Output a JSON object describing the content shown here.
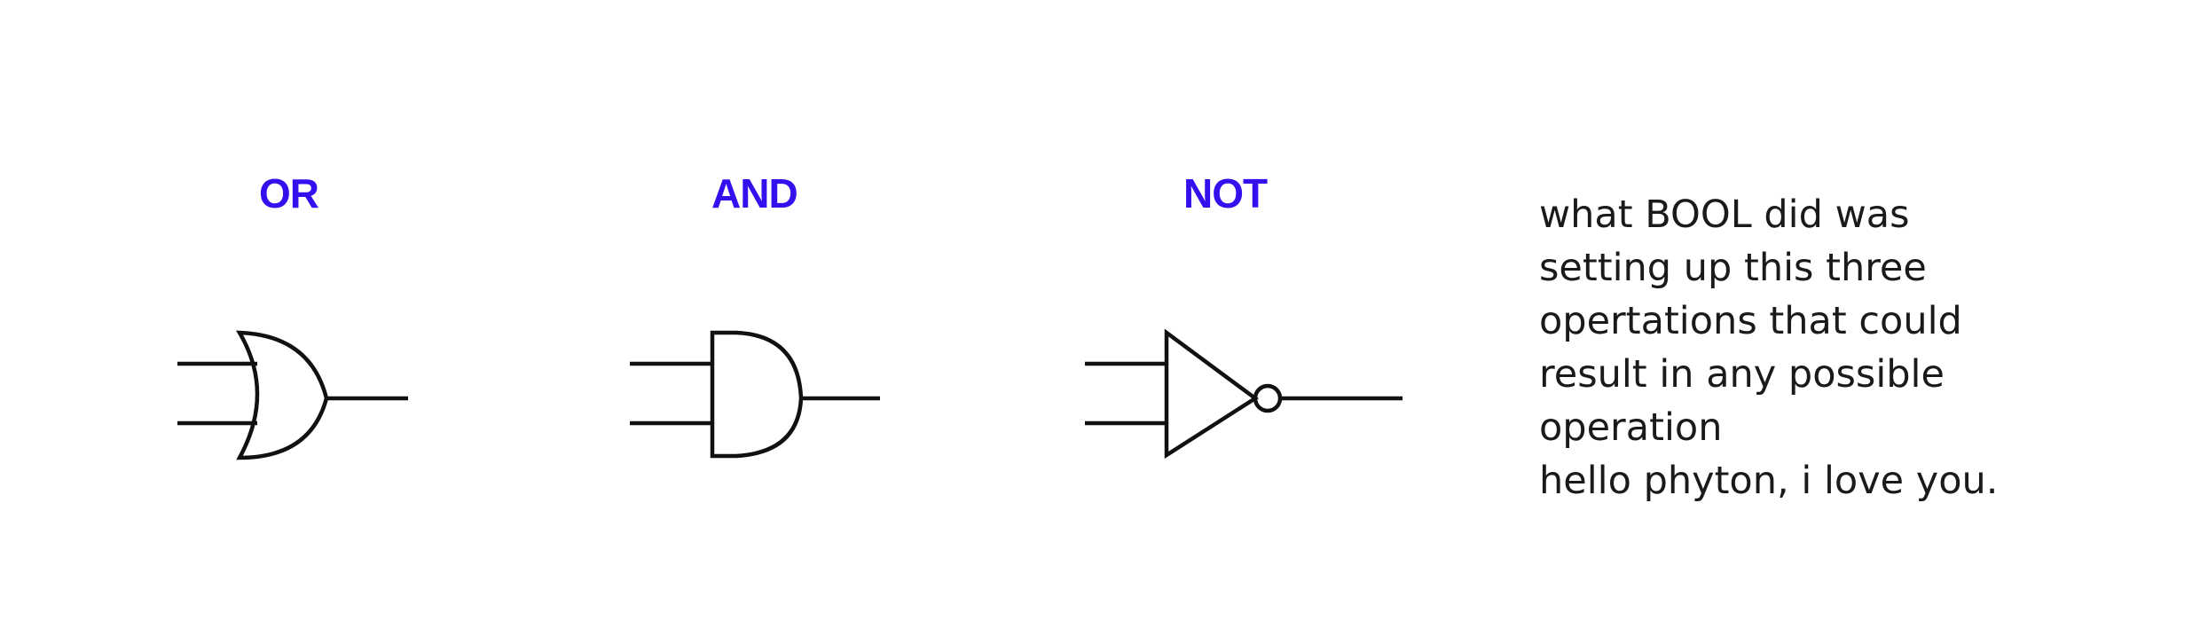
{
  "gates": [
    {
      "label": "OR",
      "color": "#3310ee"
    },
    {
      "label": "AND",
      "color": "#3310ee"
    },
    {
      "label": "NOT",
      "color": "#3310ee"
    }
  ],
  "note": {
    "lines": [
      "what BOOL did was",
      "setting up this three",
      "opertations that could",
      "result in any possible",
      "operation",
      "hello phyton, i love you."
    ]
  }
}
